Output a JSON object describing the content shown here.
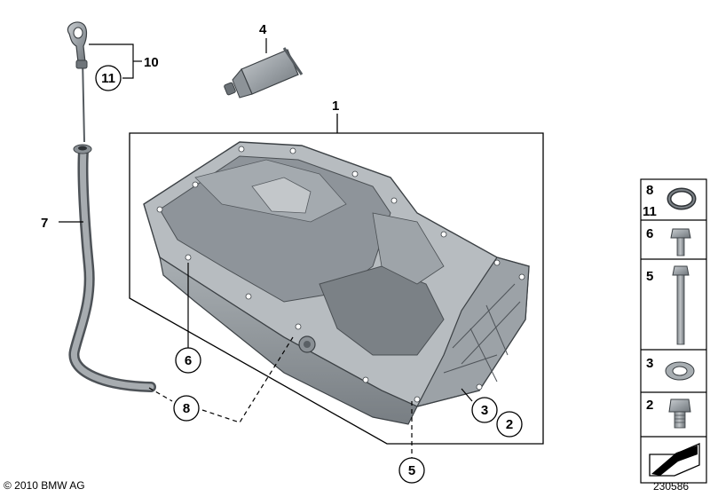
{
  "callouts": {
    "c1": "1",
    "c2": "2",
    "c3": "3",
    "c4": "4",
    "c5": "5",
    "c6": "6",
    "c7": "7",
    "c8": "8",
    "c10": "10",
    "c11": "11"
  },
  "legend": {
    "r1a": "8",
    "r1b": "11",
    "r2": "6",
    "r3": "5",
    "r4": "3",
    "r5": "2"
  },
  "footer": {
    "copyright": "© 2010 BMW AG",
    "diagram_code": "230586"
  }
}
